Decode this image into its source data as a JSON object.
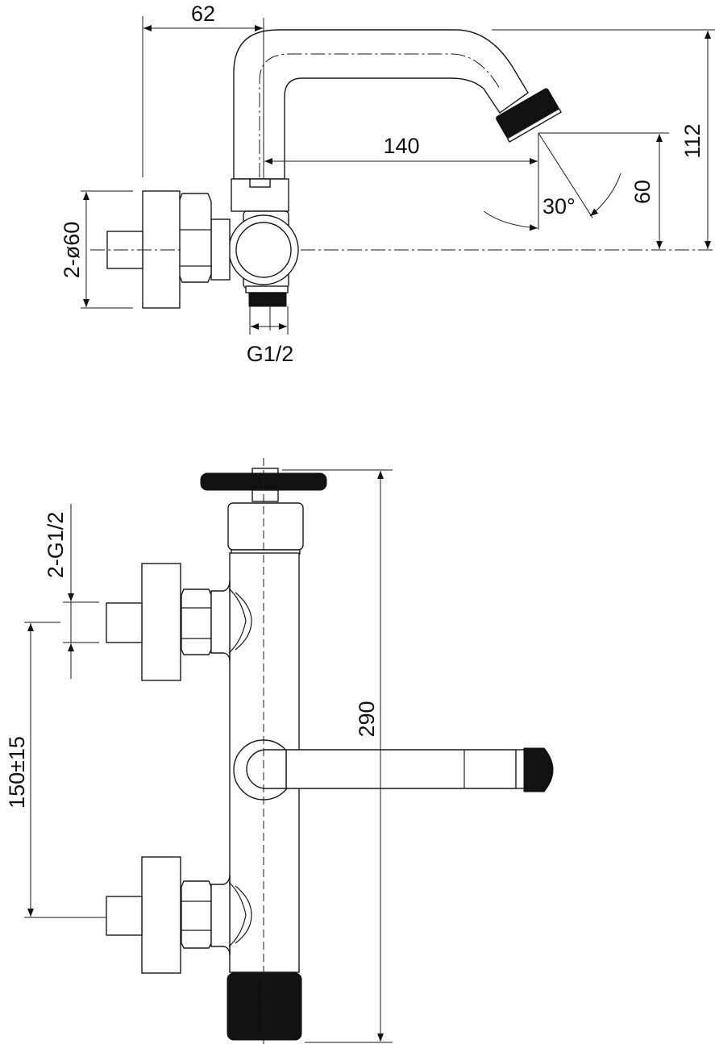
{
  "title": "Faucet technical drawing",
  "top_view": {
    "dimensions": {
      "spout_offset": "62",
      "spout_reach": "140",
      "outlet_thread": "G1/2",
      "flange_diameter": "2-ø60",
      "outlet_angle": "30°",
      "outlet_height": "60",
      "total_height": "112"
    }
  },
  "front_view": {
    "dimensions": {
      "inlet_thread": "2-G1/2",
      "inlet_spacing": "150±15",
      "total_length": "290"
    }
  },
  "colors": {
    "line": "#1a1a1a",
    "background": "#ffffff"
  }
}
